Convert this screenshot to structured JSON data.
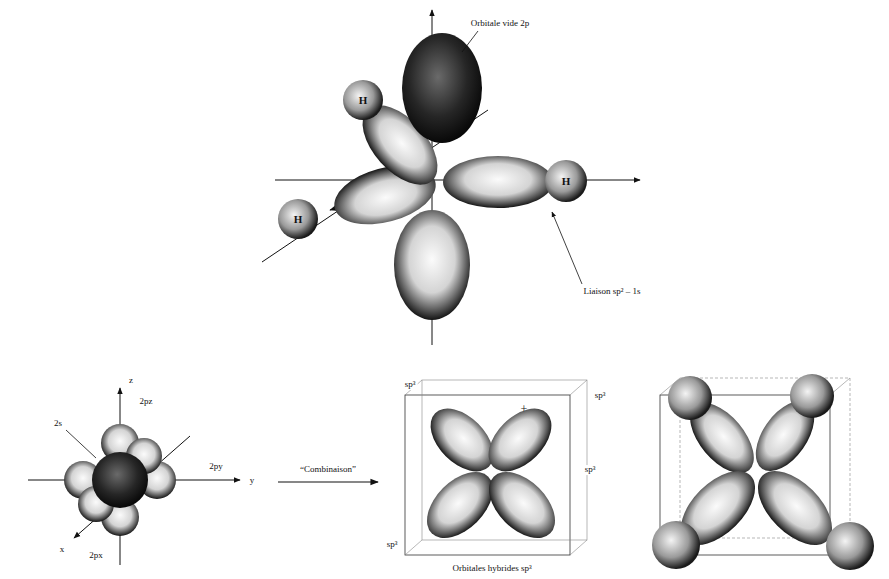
{
  "diagram": {
    "labels": [
      "Orbitale vide 2p",
      "H",
      "H",
      "H",
      "Liaison sp² – 1s",
      "z",
      "2s",
      "2pz",
      "2py",
      "y",
      "2px",
      "x",
      "“Combinaison”",
      "sp³",
      "sp³",
      "sp³",
      "sp³",
      "+",
      "Orbitales hybrides sp³"
    ]
  }
}
